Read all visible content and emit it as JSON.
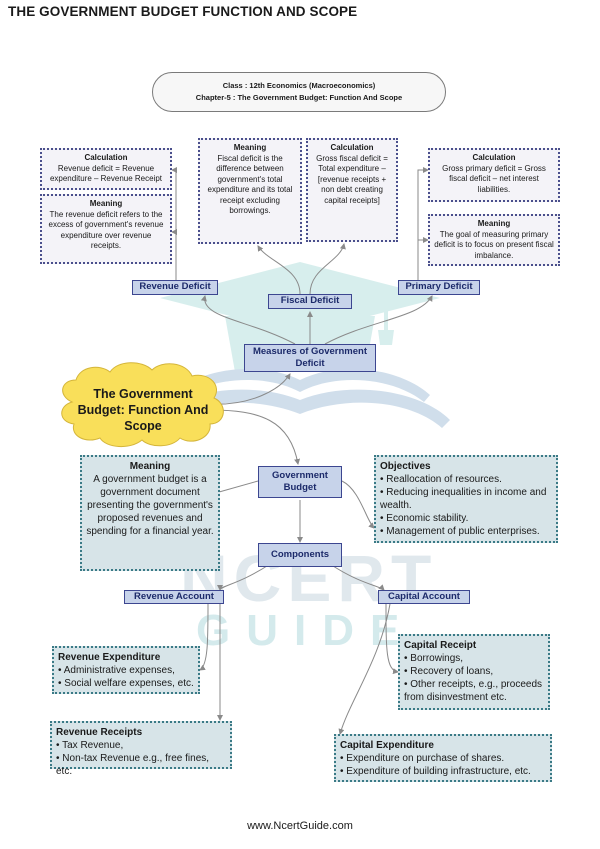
{
  "page_title": "THE GOVERNMENT BUDGET FUNCTION AND SCOPE",
  "header": {
    "line1": "Class : 12th Economics (Macroeconomics)",
    "line2": "Chapter-5 : The Government Budget: Function And Scope"
  },
  "revenue_deficit": {
    "label": "Revenue Deficit",
    "calculation": {
      "heading": "Calculation",
      "text": "Revenue deficit = Revenue expenditure – Revenue Receipt"
    },
    "meaning": {
      "heading": "Meaning",
      "text": "The revenue deficit refers to the excess of government's revenue expenditure over revenue receipts."
    }
  },
  "fiscal_deficit": {
    "label": "Fiscal Deficit",
    "meaning": {
      "heading": "Meaning",
      "text": "Fiscal deficit is the difference between government's total expenditure and its total receipt excluding borrowings."
    },
    "calculation": {
      "heading": "Calculation",
      "text": "Gross fiscal deficit = Total expenditure – [revenue receipts + non debt creating capital receipts]"
    }
  },
  "primary_deficit": {
    "label": "Primary Deficit",
    "calculation": {
      "heading": "Calculation",
      "text": "Gross primary deficit = Gross fiscal deficit – net interest liabilities."
    },
    "meaning": {
      "heading": "Meaning",
      "text": "The goal of measuring primary deficit is to focus on present fiscal imbalance."
    }
  },
  "measures": {
    "label": "Measures of Government Deficit"
  },
  "central_topic": {
    "label": "The Government Budget: Function And Scope"
  },
  "government_budget": {
    "label": "Government Budget"
  },
  "budget_meaning": {
    "heading": "Meaning",
    "text": "A government budget is a government document presenting the government's proposed revenues and spending for a financial year."
  },
  "objectives": {
    "heading": "Objectives",
    "items": [
      "• Reallocation of resources.",
      "• Reducing inequalities in income and wealth.",
      "• Economic stability.",
      "• Management of public enterprises."
    ]
  },
  "components": {
    "label": "Components"
  },
  "revenue_account": {
    "label": "Revenue Account"
  },
  "capital_account": {
    "label": "Capital Account"
  },
  "revenue_expenditure": {
    "heading": "Revenue Expenditure",
    "items": [
      "• Administrative expenses,",
      "• Social welfare expenses, etc."
    ]
  },
  "revenue_receipts": {
    "heading": "Revenue Receipts",
    "items": [
      "• Tax Revenue,",
      "• Non-tax Revenue e.g., free fines, etc."
    ]
  },
  "capital_receipt": {
    "heading": "Capital Receipt",
    "items": [
      "• Borrowings,",
      "• Recovery of loans,",
      "• Other receipts, e.g., proceeds from disinvestment etc."
    ]
  },
  "capital_expenditure": {
    "heading": "Capital Expenditure",
    "items": [
      "• Expenditure on purchase of shares.",
      "• Expenditure of building infrastructure, etc."
    ]
  },
  "watermark": {
    "line1": "NCERT",
    "line2": "GUIDE"
  },
  "footer": "www.NcertGuide.com",
  "colors": {
    "node_fill": "#c7d3ea",
    "node_border": "#3c4690",
    "cloud_fill": "#f9df5a",
    "teal_fill": "#d7e4e8",
    "connector": "#8a8a8a"
  }
}
